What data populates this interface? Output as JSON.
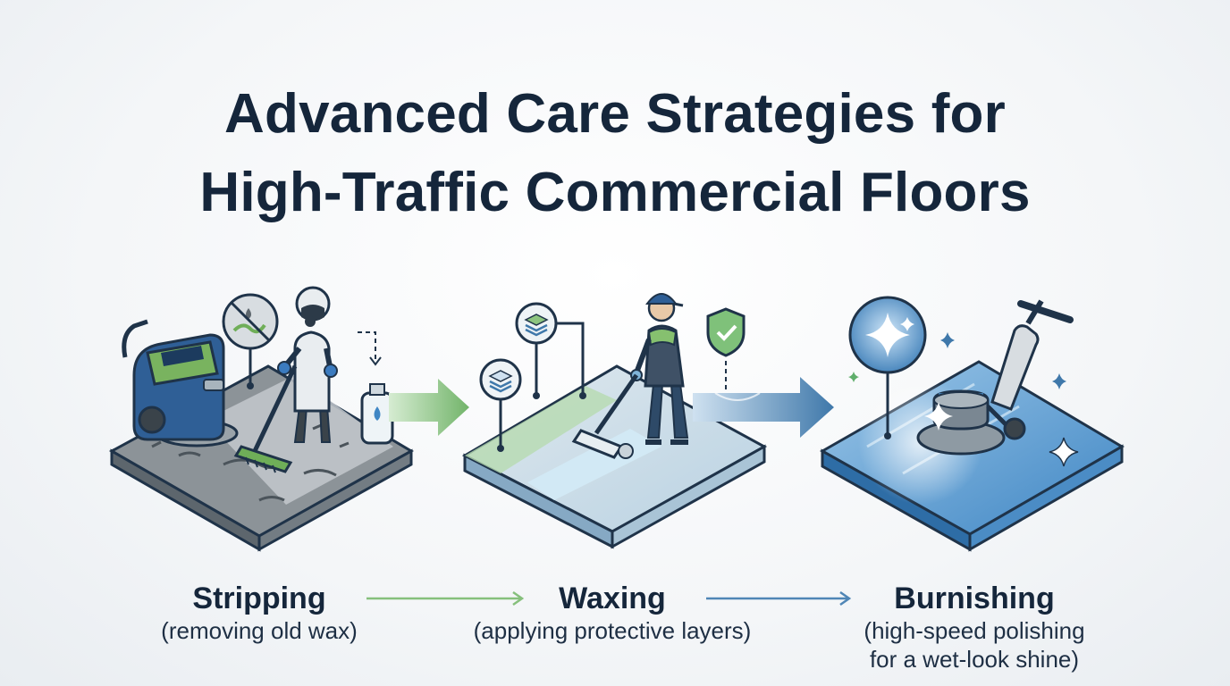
{
  "title": {
    "line1": "Advanced Care Strategies for",
    "line2": "High-Traffic Commercial Floors"
  },
  "steps": [
    {
      "name": "Stripping",
      "desc": "(removing old wax)"
    },
    {
      "name": "Waxing",
      "desc": "(applying protective layers)"
    },
    {
      "name": "Burnishing",
      "desc": "(high-speed polishing",
      "desc2": "for a wet-look shine)"
    }
  ],
  "icons": {
    "step1": [
      "floor-scrubber-machine-icon",
      "worker-in-protective-suit-icon",
      "no-chemicals-sign-icon",
      "spray-bottle-icon"
    ],
    "step2": [
      "layer-stack-icon",
      "worker-with-mop-icon",
      "shield-check-icon"
    ],
    "step3": [
      "sparkle-orb-icon",
      "burnisher-machine-icon",
      "sparkle-icon"
    ]
  },
  "colors": {
    "title": "#15263b",
    "green_accent": "#7dbb76",
    "blue_accent": "#4f86b6",
    "outline": "#1f3349"
  }
}
